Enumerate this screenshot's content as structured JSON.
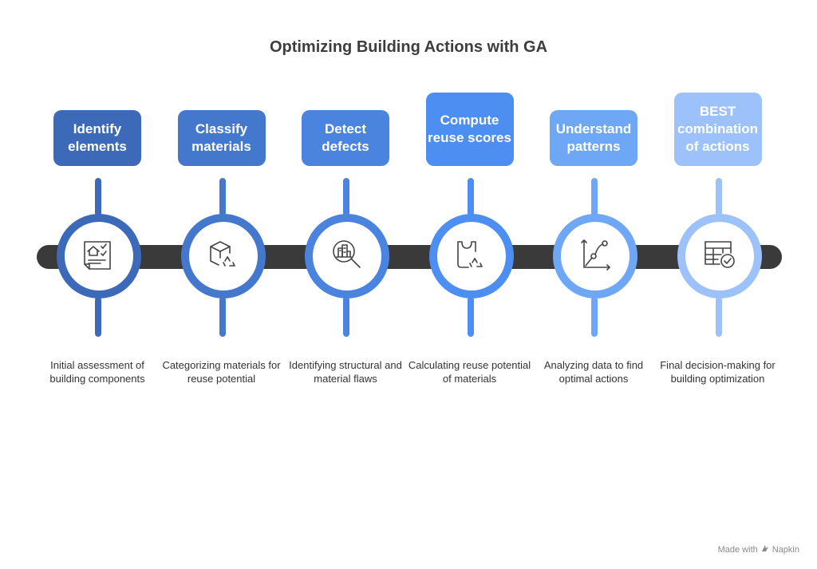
{
  "title": "Optimizing Building Actions with GA",
  "steps": [
    {
      "label": "Identify elements",
      "description": "Initial assessment of building components",
      "icon": "building-checklist-icon",
      "color": "#3d6ab8"
    },
    {
      "label": "Classify materials",
      "description": "Categorizing materials for reuse potential",
      "icon": "box-recycle-icon",
      "color": "#4478cc"
    },
    {
      "label": "Detect defects",
      "description": "Identifying structural and material flaws",
      "icon": "magnify-building-icon",
      "color": "#4a84de"
    },
    {
      "label": "Compute reuse scores",
      "description": "Calculating reuse potential of materials",
      "icon": "bag-recycle-icon",
      "color": "#4d8ef2"
    },
    {
      "label": "Understand patterns",
      "description": "Analyzing data to find optimal actions",
      "icon": "line-graph-icon",
      "color": "#6fa7f7"
    },
    {
      "label": "BEST combination of actions",
      "description": "Final decision-making for building optimization",
      "icon": "table-check-icon",
      "color": "#9cc1fb"
    }
  ],
  "footer": {
    "made_with": "Made with",
    "brand": "Napkin"
  }
}
